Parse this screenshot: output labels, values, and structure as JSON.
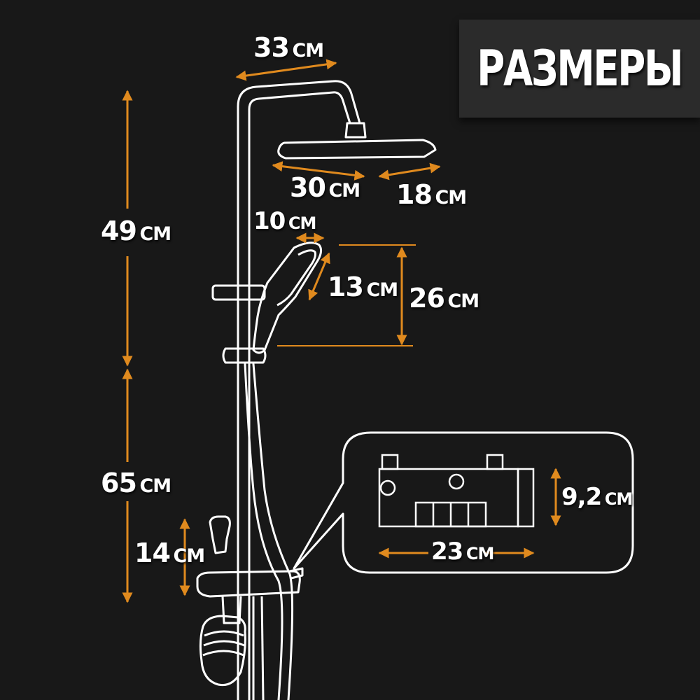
{
  "title": "РАЗМЕРЫ",
  "colors": {
    "background": "#181818",
    "outline": "#ffffff",
    "dimension_arrow": "#e08a1e",
    "title_panel": "#2b2b2b"
  },
  "dimensions": {
    "d33": {
      "value": "33",
      "unit": "СМ"
    },
    "d30": {
      "value": "30",
      "unit": "СМ"
    },
    "d18": {
      "value": "18",
      "unit": "СМ"
    },
    "d10": {
      "value": "10",
      "unit": "СМ"
    },
    "d13": {
      "value": "13",
      "unit": "СМ"
    },
    "d26": {
      "value": "26",
      "unit": "СМ"
    },
    "d49": {
      "value": "49",
      "unit": "СМ"
    },
    "d65": {
      "value": "65",
      "unit": "СМ"
    },
    "d14": {
      "value": "14",
      "unit": "СМ"
    },
    "d92": {
      "value": "9,2",
      "unit": "СМ"
    },
    "d23": {
      "value": "23",
      "unit": "СМ"
    }
  }
}
